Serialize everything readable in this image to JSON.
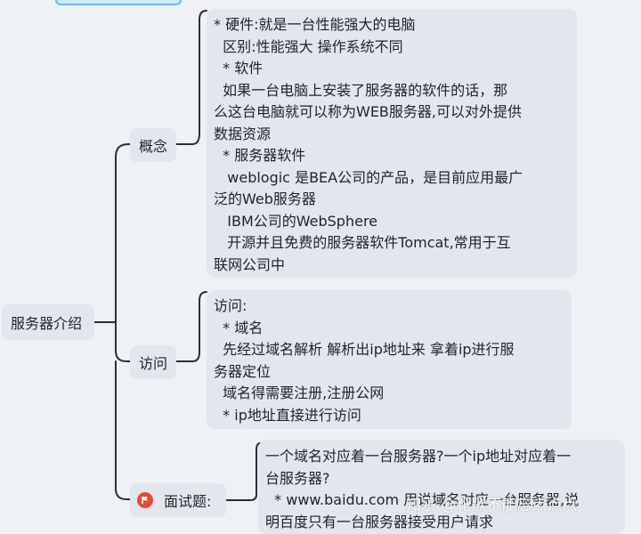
{
  "mindmap": {
    "root": {
      "label": "服务器介绍"
    },
    "branches": [
      {
        "label": "概念",
        "note": "* 硬件:就是一台性能强大的电脑\n  区别:性能强大 操作系统不同\n  * 软件\n  如果一台电脑上安装了服务器的软件的话，那\n么这台电脑就可以称为WEB服务器,可以对外提供\n数据资源\n  * 服务器软件\n   weblogic 是BEA公司的产品，是目前应用最广\n泛的Web服务器\n   IBM公司的WebSphere\n   开源并且免费的服务器软件Tomcat,常用于互\n联网公司中"
      },
      {
        "label": "访问",
        "note": "访问:\n  * 域名\n  先经过域名解析 解析出ip地址来 拿着ip进行服\n务器定位\n  域名得需要注册,注册公网\n  * ip地址直接进行访问"
      },
      {
        "label": "面试题:",
        "icon": "flag-icon",
        "note": "一个域名对应着一台服务器?一个ip地址对应着一\n台服务器?\n  * www.baidu.com 用说域名对应一台服务器,说\n明百度只有一台服务器接受用户请求"
      }
    ]
  },
  "watermark": "知乎 @靶歌不能忘点点点",
  "colors": {
    "background": "#eef1f6",
    "node": "#e2e6ed",
    "connector": "#2b2f36",
    "flag": "#e24b3a",
    "top_accent": "#62c0e5"
  }
}
